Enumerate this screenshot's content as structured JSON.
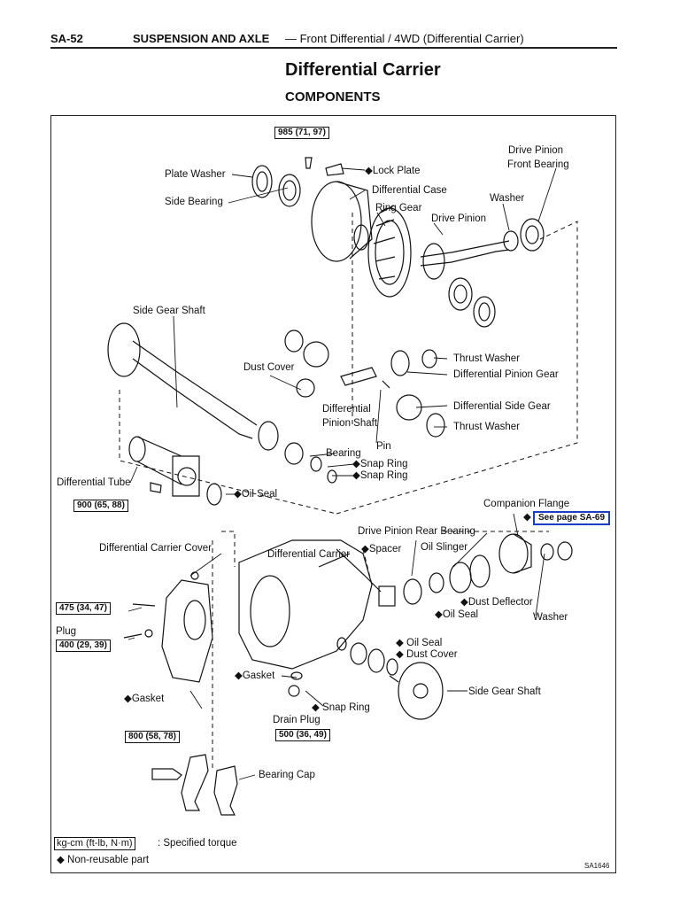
{
  "header": {
    "page_number": "SA-52",
    "section": "SUSPENSION AND AXLE",
    "subsection": "— Front Differential / 4WD (Differential Carrier)"
  },
  "title": "Differential Carrier",
  "subtitle": "COMPONENTS",
  "labels": {
    "drive_pinion_front_bearing_1": "Drive Pinion",
    "drive_pinion_front_bearing_2": "Front Bearing",
    "plate_washer": "Plate Washer",
    "lock_plate": "◆Lock Plate",
    "differential_case": "Differential Case",
    "side_bearing": "Side Bearing",
    "ring_gear": "Ring Gear",
    "washer_top": "Washer",
    "drive_pinion": "Drive Pinion",
    "side_gear_shaft_top": "Side Gear Shaft",
    "thrust_washer_1": "Thrust Washer",
    "dust_cover_top": "Dust Cover",
    "differential_pinion_gear": "Differential Pinion Gear",
    "differential_pinion_shaft_1": "Differential",
    "differential_pinion_shaft_2": "Pinion Shaft",
    "differential_side_gear": "Differential Side Gear",
    "thrust_washer_2": "Thrust Washer",
    "pin": "Pin",
    "bearing": "Bearing",
    "snap_ring_1": "◆Snap Ring",
    "snap_ring_2": "◆Snap Ring",
    "differential_tube": "Differential Tube",
    "oil_seal_left": "◆Oil Seal",
    "companion_flange": "Companion Flange",
    "see_page_prefix": "◆",
    "drive_pinion_rear_bearing": "Drive Pinion Rear Bearing",
    "differential_carrier_cover": "Differential Carrier Cover",
    "differential_carrier": "Differential Carrier",
    "spacer": "◆Spacer",
    "oil_slinger": "Oil Slinger",
    "dust_deflector": "◆Dust Deflector",
    "oil_seal_right": "◆Oil Seal",
    "washer_right": "Washer",
    "plug": "Plug",
    "oil_seal_lower": "◆ Oil Seal",
    "dust_cover_lower": "◆ Dust Cover",
    "gasket_mid": "◆Gasket",
    "side_gear_shaft_lower": "Side Gear Shaft",
    "gasket_left": "◆Gasket",
    "snap_ring_3": "◆ Snap Ring",
    "drain_plug": "Drain Plug",
    "bearing_cap": "Bearing Cap"
  },
  "torques": {
    "t985": "985 (71, 97)",
    "t900": "900 (65, 88)",
    "t475": "475 (34, 47)",
    "t400": "400 (29, 39)",
    "t500": "500 (36, 49)",
    "t800": "800 (58, 78)"
  },
  "see_page": "See page SA-69",
  "legend": {
    "key": "kg-cm (ft-lb, N·m)",
    "key_desc": ": Specified torque",
    "non_reusable": "◆  Non-reusable part"
  },
  "figure_code": "SA1646",
  "colors": {
    "ink": "#111111",
    "reference_box": "#1a3fc4"
  }
}
